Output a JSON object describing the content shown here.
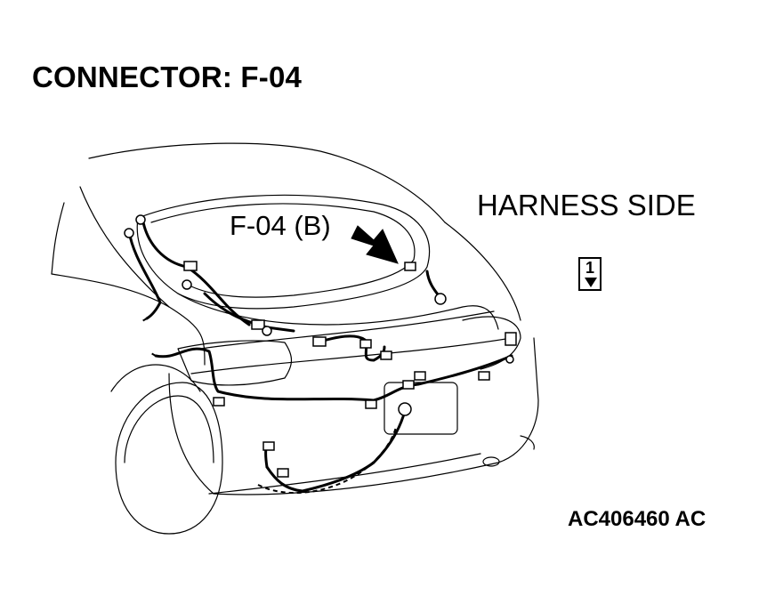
{
  "diagram": {
    "title": "CONNECTOR: F-04",
    "harness_label": "HARNESS SIDE",
    "callout_label": "F-04 (B)",
    "pin_number": "1",
    "reference_code": "AC406460 AC"
  }
}
